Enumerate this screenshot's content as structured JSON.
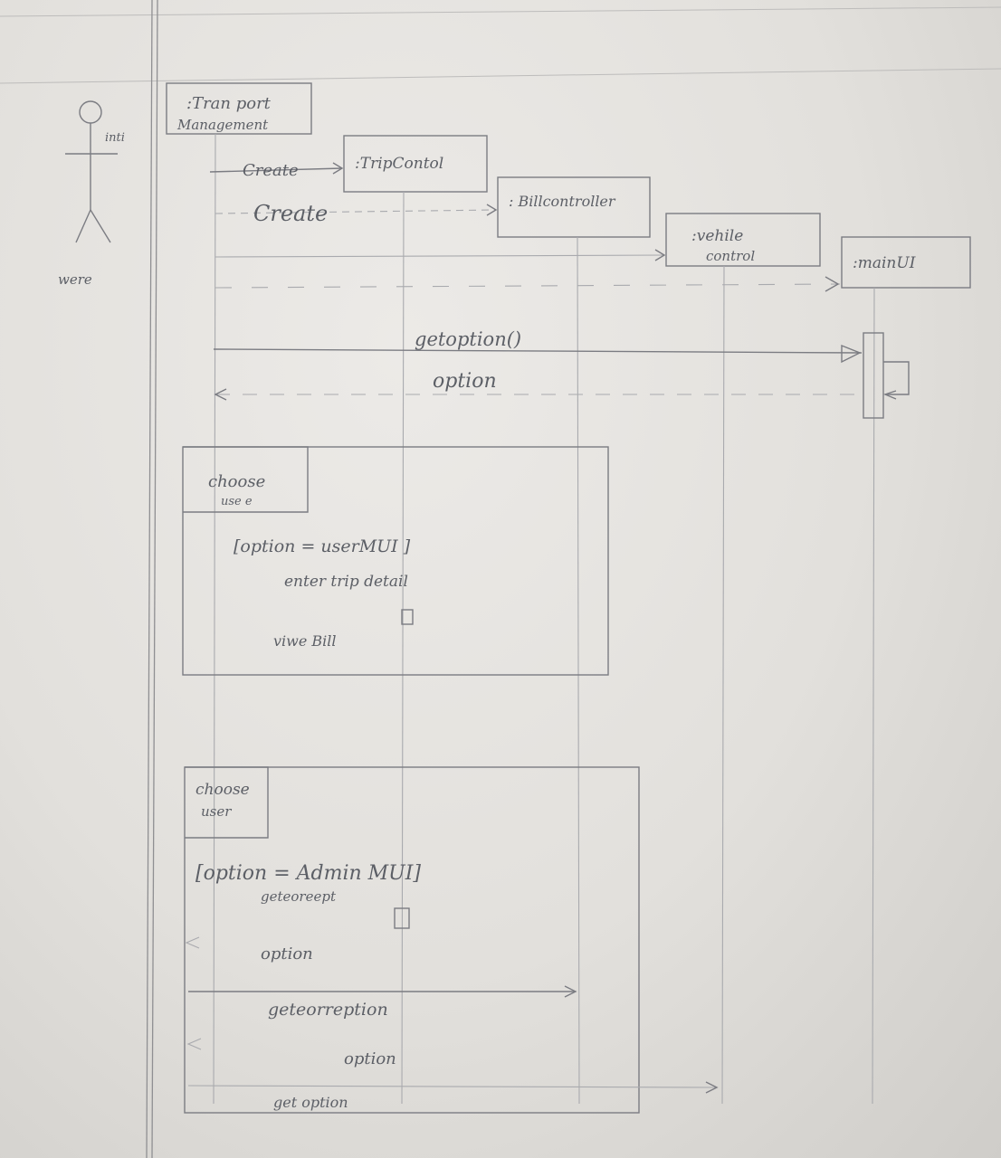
{
  "actor": {
    "label": "were",
    "side_label": "inti"
  },
  "lifelines": {
    "transport": {
      "line1": ":Tran port",
      "line2": "Management"
    },
    "trip": {
      "label": ":TripContol"
    },
    "bill": {
      "label": ": Billcontroller"
    },
    "vehicle": {
      "line1": ":vehile",
      "line2": "control"
    },
    "mainui": {
      "label": ":mainUI"
    }
  },
  "messages": {
    "create1": "Create",
    "create2": "Create",
    "getoption": "getoption()",
    "option_return": "option"
  },
  "fragment1": {
    "label_line1": "choose",
    "label_line2": "use e",
    "guard": "[option = userMUI ]",
    "msg1": "enter trip detail",
    "msg2": "viwe Bill"
  },
  "fragment2": {
    "label_line1": "choose",
    "label_line2": "user",
    "guard": "[option = Admin MUI]",
    "msg1": "geteoreept",
    "msg2": "option",
    "msg3": "geteorreption",
    "msg4": "option",
    "msg5": "get option"
  }
}
